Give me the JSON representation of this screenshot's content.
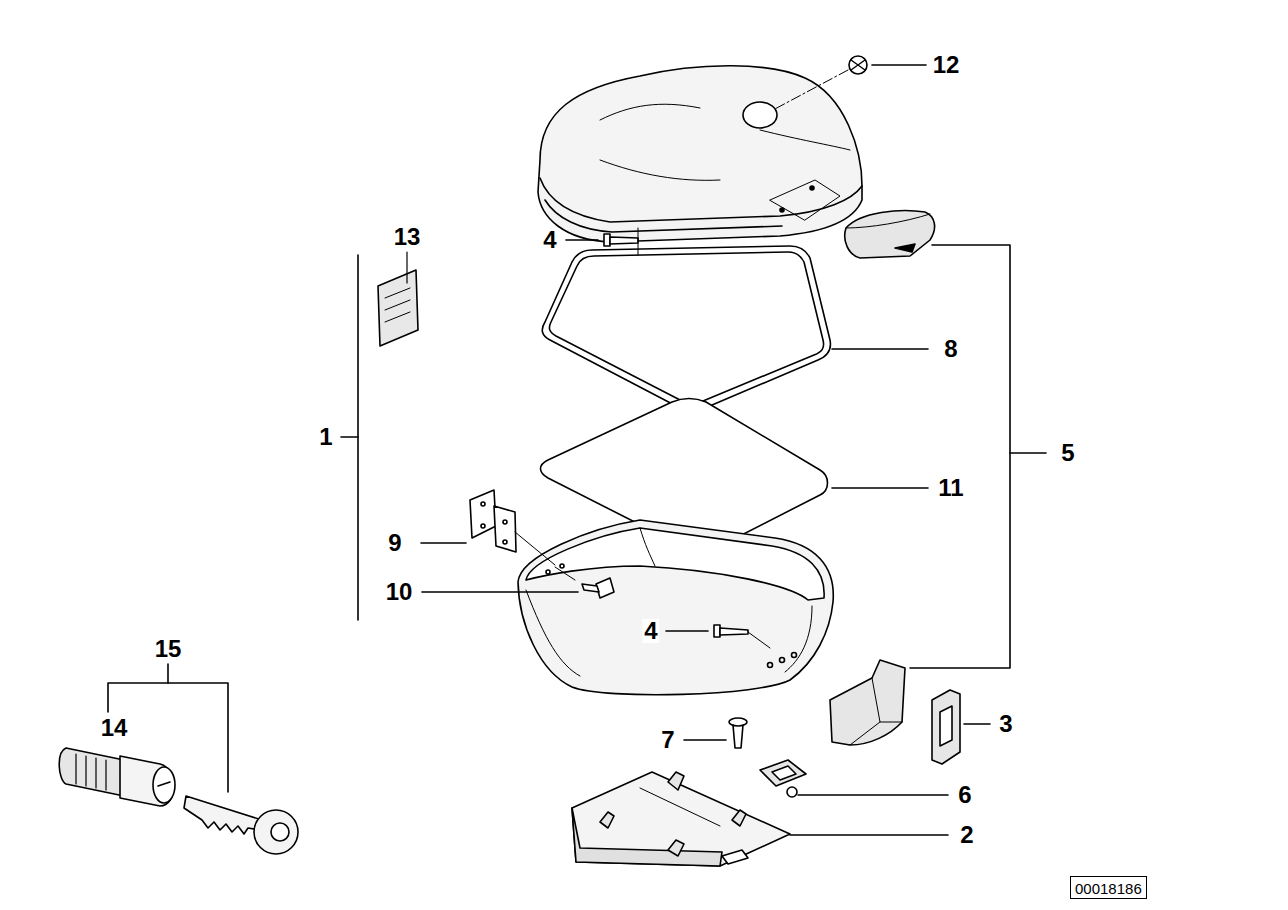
{
  "diagram": {
    "nodes": [
      {
        "text": [
          "00018186"
        ]
      }
    ],
    "labels": [
      "12",
      "13",
      "4",
      "8",
      "1",
      "5",
      "11",
      "9",
      "10",
      "4",
      "15",
      "14",
      "3",
      "7",
      "6",
      "2"
    ]
  }
}
